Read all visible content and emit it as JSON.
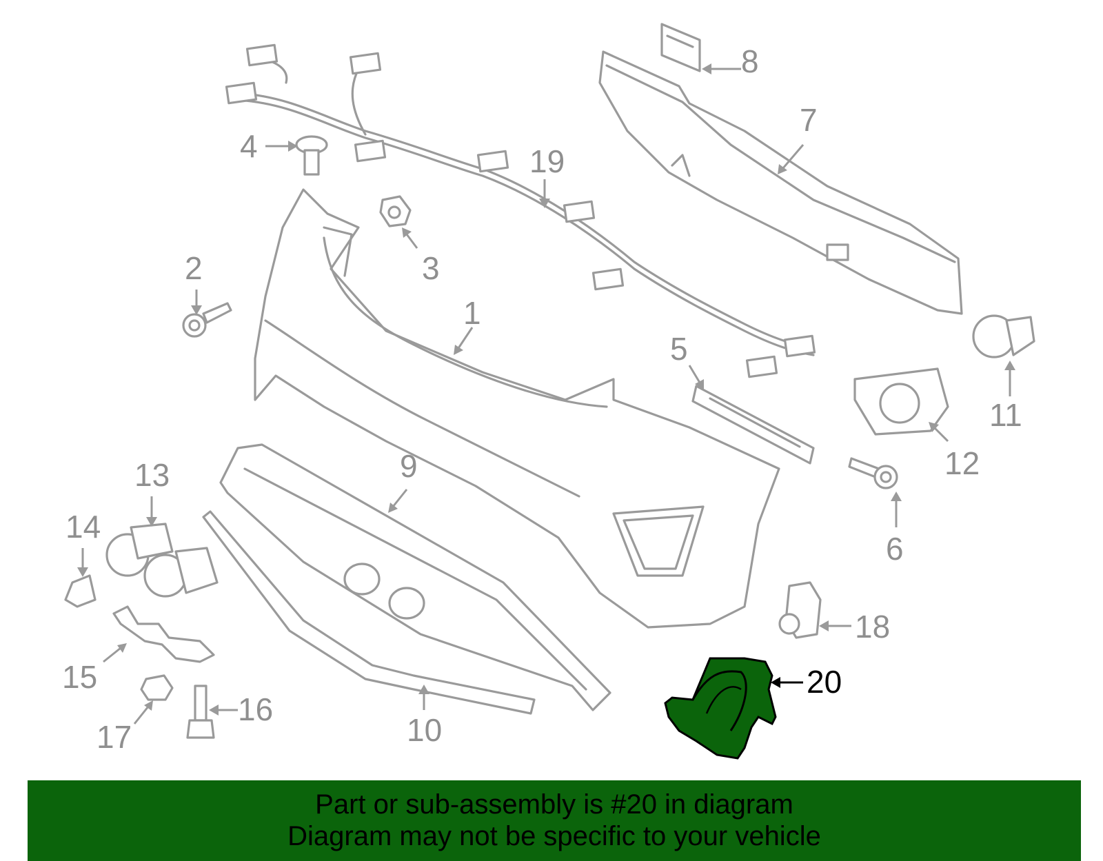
{
  "diagram": {
    "highlight_color": "#0b640b",
    "callouts": [
      {
        "id": "1",
        "label": "1"
      },
      {
        "id": "2",
        "label": "2"
      },
      {
        "id": "3",
        "label": "3"
      },
      {
        "id": "4",
        "label": "4"
      },
      {
        "id": "5",
        "label": "5"
      },
      {
        "id": "6",
        "label": "6"
      },
      {
        "id": "7",
        "label": "7"
      },
      {
        "id": "8",
        "label": "8"
      },
      {
        "id": "9",
        "label": "9"
      },
      {
        "id": "10",
        "label": "10"
      },
      {
        "id": "11",
        "label": "11"
      },
      {
        "id": "12",
        "label": "12"
      },
      {
        "id": "13",
        "label": "13"
      },
      {
        "id": "14",
        "label": "14"
      },
      {
        "id": "15",
        "label": "15"
      },
      {
        "id": "16",
        "label": "16"
      },
      {
        "id": "17",
        "label": "17"
      },
      {
        "id": "18",
        "label": "18"
      },
      {
        "id": "19",
        "label": "19"
      },
      {
        "id": "20",
        "label": "20",
        "highlighted": true
      }
    ]
  },
  "banner": {
    "line1": "Part or sub-assembly is #20 in diagram",
    "line2": "Diagram may not be specific to your vehicle",
    "background": "#0b640b"
  }
}
